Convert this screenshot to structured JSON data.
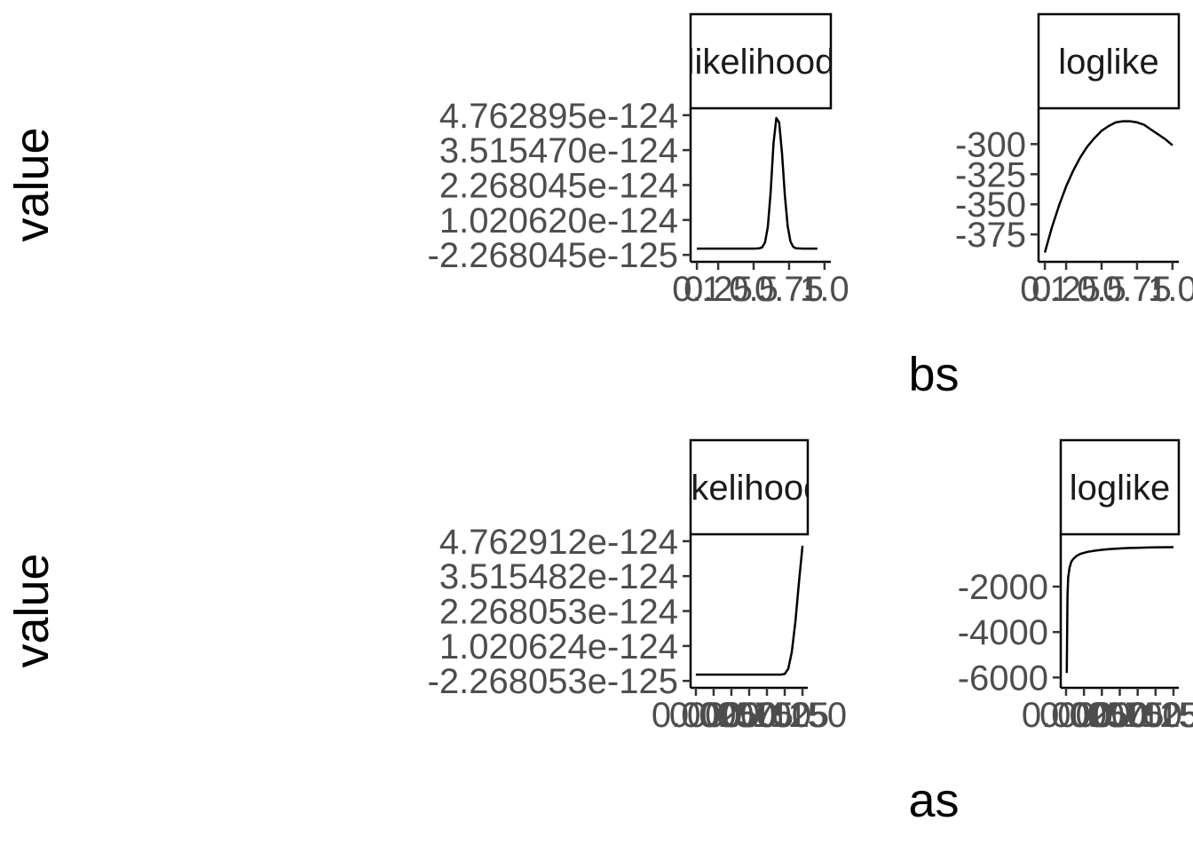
{
  "chart_data": [
    {
      "type": "line",
      "facets": [
        {
          "strip": "likelihood",
          "xlim": [
            0.1,
            1.0
          ],
          "x_ticks": [
            0.1,
            0.25,
            0.5,
            0.75,
            1.0
          ],
          "x_tick_labels": [
            "0.1",
            "0.25",
            "0.5",
            "0.75",
            "1.0"
          ],
          "ylim": [
            -2.268045e-125,
            4.762895e-124
          ],
          "y_ticks": [
            -2.268045e-125,
            1.02062e-124,
            2.268045e-124,
            3.51547e-124,
            4.762895e-124
          ],
          "y_tick_labels": [
            "-2.268045e-125",
            "1.020620e-124",
            "2.268045e-124",
            "3.515470e-124",
            "4.762895e-124"
          ],
          "series": [
            {
              "x": [
                0.1,
                0.2,
                0.3,
                0.4,
                0.5,
                0.52,
                0.54,
                0.56,
                0.58,
                0.6,
                0.62,
                0.64,
                0.66,
                0.68,
                0.7,
                0.72,
                0.74,
                0.76,
                0.78,
                0.8,
                0.85,
                0.9,
                0.95
              ],
              "values": [
                0,
                0,
                0,
                0,
                0,
                1e-127,
                7e-127,
                4.4e-126,
                2.13e-125,
                7.69e-125,
                2.011e-124,
                3.756e-124,
                4.66e-124,
                4.5e-124,
                3.4e-124,
                1.9e-124,
                8e-125,
                2.5e-125,
                6e-126,
                1e-126,
                0,
                0,
                0
              ]
            }
          ]
        },
        {
          "strip": "loglike",
          "xlim": [
            0.1,
            1.0
          ],
          "x_ticks": [
            0.1,
            0.25,
            0.5,
            0.75,
            1.0
          ],
          "x_tick_labels": [
            "0.1",
            "0.25",
            "0.5",
            "0.75",
            "1.0"
          ],
          "ylim": [
            -392,
            -276
          ],
          "y_ticks": [
            -375,
            -350,
            -325,
            -300
          ],
          "y_tick_labels": [
            "-375",
            "-350",
            "-325",
            "-300"
          ],
          "series": [
            {
              "x": [
                0.1,
                0.15,
                0.2,
                0.25,
                0.3,
                0.35,
                0.4,
                0.45,
                0.5,
                0.55,
                0.6,
                0.65,
                0.7,
                0.75,
                0.8,
                0.85,
                0.9,
                0.95,
                1.0
              ],
              "values": [
                -390,
                -369,
                -351,
                -335,
                -322,
                -311,
                -302,
                -295,
                -289,
                -285,
                -282,
                -281,
                -281,
                -282,
                -284,
                -288,
                -292,
                -296,
                -301
              ]
            }
          ]
        }
      ],
      "xlabel": "bs",
      "ylabel": "value"
    },
    {
      "type": "line",
      "facets": [
        {
          "strip": "likelihood",
          "xlim": [
            0.0,
            0.15
          ],
          "x_ticks": [
            0.0,
            0.025,
            0.05,
            0.075,
            0.1,
            0.125,
            0.15
          ],
          "x_tick_labels": [
            "0.000",
            "0.025",
            "0.050",
            "0.075",
            "0.100",
            "0.125",
            "0.150"
          ],
          "ylim": [
            -2.268053e-125,
            4.762912e-124
          ],
          "y_ticks": [
            -2.268053e-125,
            1.020624e-124,
            2.268053e-124,
            3.515482e-124,
            4.762912e-124
          ],
          "y_tick_labels": [
            "-2.268053e-125",
            "1.020624e-124",
            "2.268053e-124",
            "3.515482e-124",
            "4.762912e-124"
          ],
          "series": [
            {
              "x": [
                0.0,
                0.05,
                0.1,
                0.12,
                0.125,
                0.13,
                0.135,
                0.14,
                0.145,
                0.15
              ],
              "values": [
                0,
                0,
                0,
                0,
                2e-126,
                2e-125,
                8e-125,
                1.9e-124,
                3.3e-124,
                4.6e-124
              ]
            }
          ]
        },
        {
          "strip": "loglike",
          "xlim": [
            0.0,
            0.15
          ],
          "x_ticks": [
            0.0,
            0.025,
            0.05,
            0.075,
            0.1,
            0.125,
            0.15
          ],
          "x_tick_labels": [
            "0.000",
            "0.025",
            "0.050",
            "0.075",
            "0.100",
            "0.125",
            "0.150"
          ],
          "ylim": [
            -6150,
            0
          ],
          "y_ticks": [
            -6000,
            -4000,
            -2000
          ],
          "y_tick_labels": [
            "-6000",
            "-4000",
            "-2000"
          ],
          "series": [
            {
              "x": [
                0.001,
                0.002,
                0.003,
                0.005,
                0.0075,
                0.01,
                0.015,
                0.02,
                0.03,
                0.04,
                0.05,
                0.06,
                0.08,
                0.1,
                0.12,
                0.15
              ],
              "values": [
                -5800,
                -2400,
                -1600,
                -1150,
                -900,
                -780,
                -640,
                -560,
                -470,
                -420,
                -380,
                -350,
                -310,
                -290,
                -275,
                -262
              ]
            }
          ]
        }
      ],
      "xlabel": "as",
      "ylabel": "value"
    }
  ]
}
